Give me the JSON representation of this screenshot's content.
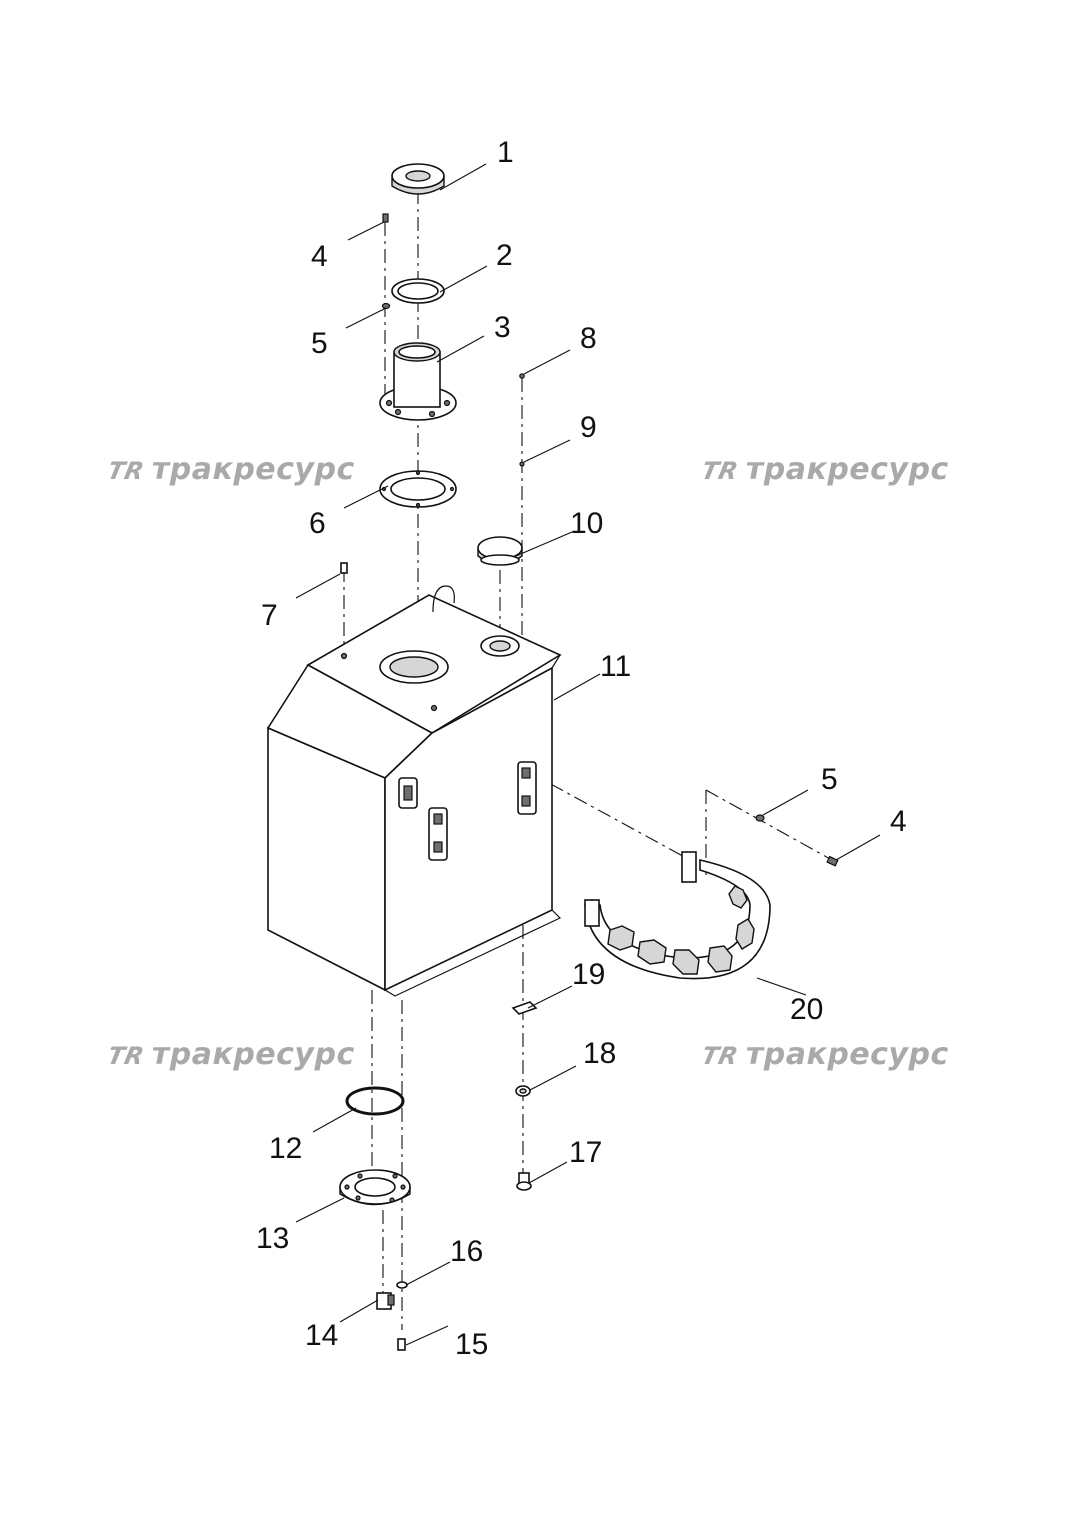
{
  "diagram": {
    "callouts": [
      "1",
      "2",
      "3",
      "4",
      "5",
      "6",
      "7",
      "8",
      "9",
      "10",
      "11",
      "12",
      "13",
      "14",
      "15",
      "16",
      "17",
      "18",
      "19",
      "20"
    ],
    "watermark": {
      "logo_text": "TR",
      "text": "тракресурс",
      "color": "#a9a9a9"
    }
  }
}
